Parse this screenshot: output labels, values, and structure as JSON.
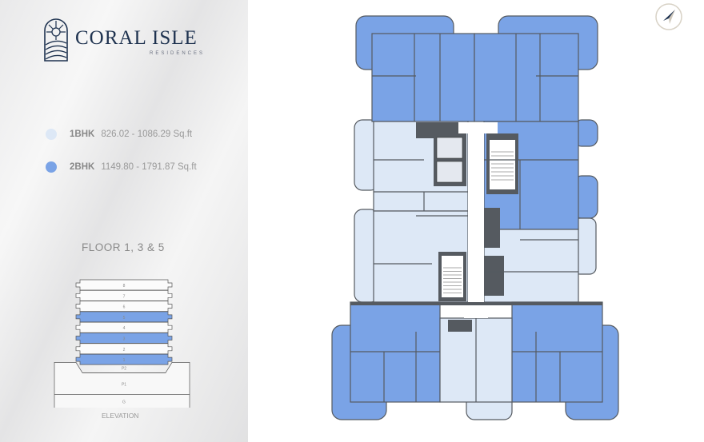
{
  "brand": {
    "name": "CORAL ISLE",
    "subtitle": "RESIDENCES"
  },
  "legend": [
    {
      "type": "1BHK",
      "area": "826.02 - 1086.29 Sq.ft",
      "color": "#dde8f6"
    },
    {
      "type": "2BHK",
      "area": "1149.80 - 1791.87 Sq.ft",
      "color": "#7aa3e6"
    }
  ],
  "floor_title": "FLOOR 1, 3 & 5",
  "elevation": {
    "label": "ELEVATION",
    "floors": [
      "8",
      "7",
      "6",
      "5",
      "4",
      "3",
      "2",
      "1"
    ],
    "highlighted": [
      "1",
      "3",
      "5"
    ],
    "podium": [
      "P2",
      "P1",
      "G"
    ]
  },
  "compass": {
    "icon": "north-arrow-icon"
  },
  "colors": {
    "bhk1": "#dde8f6",
    "bhk2": "#7aa3e6",
    "wall": "#555a60"
  }
}
